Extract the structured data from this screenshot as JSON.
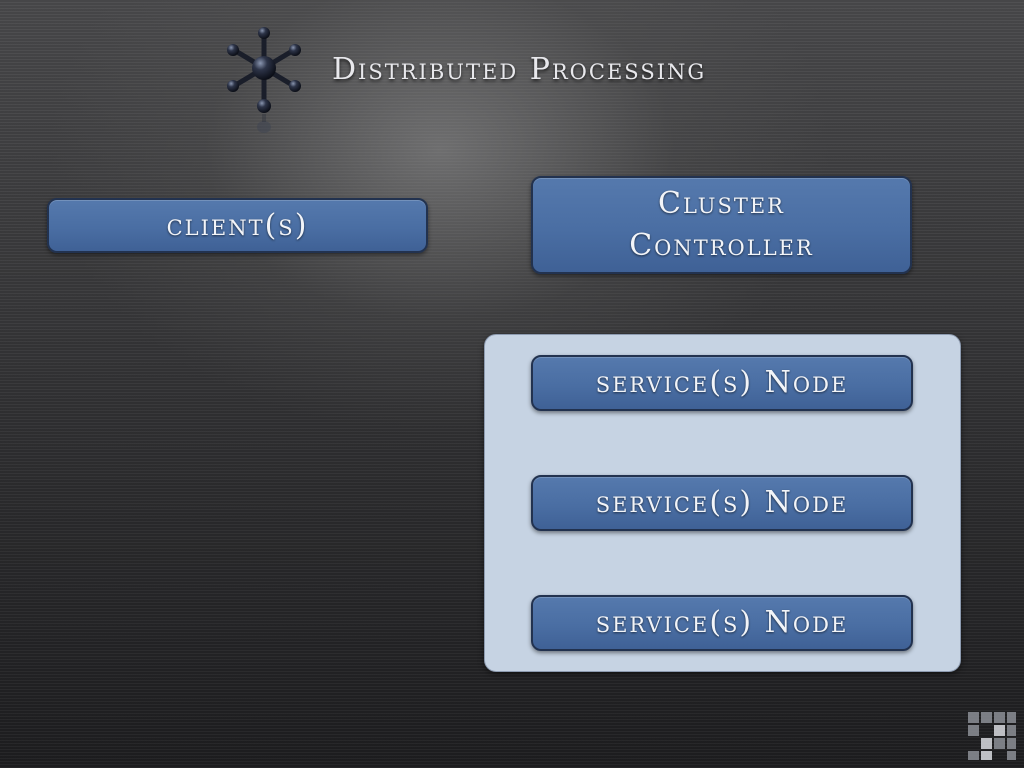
{
  "slide": {
    "title": "Distributed Processing",
    "logo_icon": "molecule-network-icon",
    "corner_icon": "pixel-grid-logo-icon"
  },
  "diagram": {
    "client_label": "client(s)",
    "controller_label": "Cluster Controller",
    "service_nodes": [
      {
        "label": "service(s) Node"
      },
      {
        "label": "service(s) Node"
      },
      {
        "label": "service(s) Node"
      }
    ]
  },
  "colors": {
    "box_fill": "#4a6ea3",
    "box_border": "#22324f",
    "group_fill": "#c6d3e3",
    "text": "#f2f4f8"
  }
}
